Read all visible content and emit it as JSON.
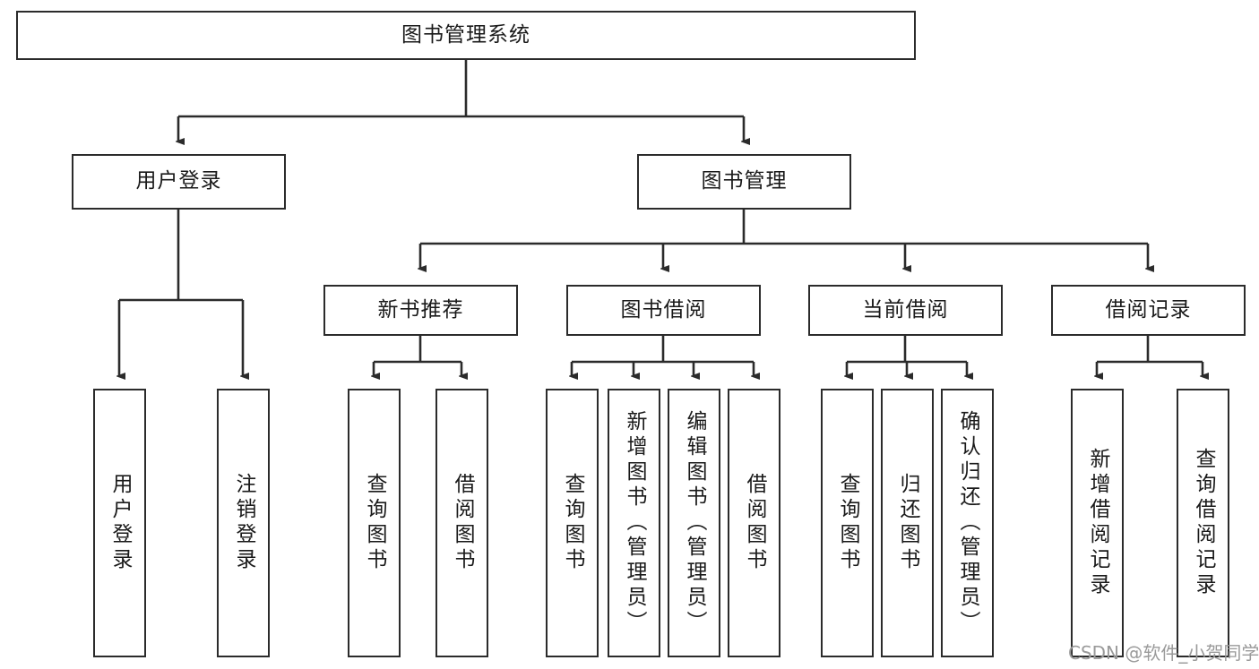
{
  "diagram": {
    "type": "tree-hierarchy",
    "title": "图书管理系统",
    "root": {
      "id": "root",
      "label": "图书管理系统"
    },
    "level2": [
      {
        "id": "user-login",
        "label": "用户登录"
      },
      {
        "id": "book-manage",
        "label": "图书管理"
      }
    ],
    "level3": [
      {
        "id": "new-book-rec",
        "label": "新书推荐"
      },
      {
        "id": "book-borrow",
        "label": "图书借阅"
      },
      {
        "id": "current-borrow",
        "label": "当前借阅"
      },
      {
        "id": "borrow-record",
        "label": "借阅记录"
      }
    ],
    "leaves": {
      "user_login": [
        {
          "id": "leaf-user-login",
          "label": "用户登录"
        },
        {
          "id": "leaf-logout",
          "label": "注销登录"
        }
      ],
      "new_book_rec": [
        {
          "id": "leaf-query-book-1",
          "label": "查询图书"
        },
        {
          "id": "leaf-borrow-book-1",
          "label": "借阅图书"
        }
      ],
      "book_borrow": [
        {
          "id": "leaf-query-book-2",
          "label": "查询图书"
        },
        {
          "id": "leaf-add-book",
          "label": "新增图书（管理员）"
        },
        {
          "id": "leaf-edit-book",
          "label": "编辑图书（管理员）"
        },
        {
          "id": "leaf-borrow-book-2",
          "label": "借阅图书"
        }
      ],
      "current_borrow": [
        {
          "id": "leaf-query-book-3",
          "label": "查询图书"
        },
        {
          "id": "leaf-return-book",
          "label": "归还图书"
        },
        {
          "id": "leaf-confirm-return",
          "label": "确认归还（管理员）"
        }
      ],
      "borrow_record": [
        {
          "id": "leaf-add-record",
          "label": "新增借阅记录"
        },
        {
          "id": "leaf-query-record",
          "label": "查询借阅记录"
        }
      ]
    },
    "colors": {
      "stroke": "#2b2b2b",
      "fill": "#ffffff",
      "text": "#1a1a1a",
      "watermark": "#9a9a9a"
    },
    "watermark": "CSDN @软件_小贺同学"
  }
}
